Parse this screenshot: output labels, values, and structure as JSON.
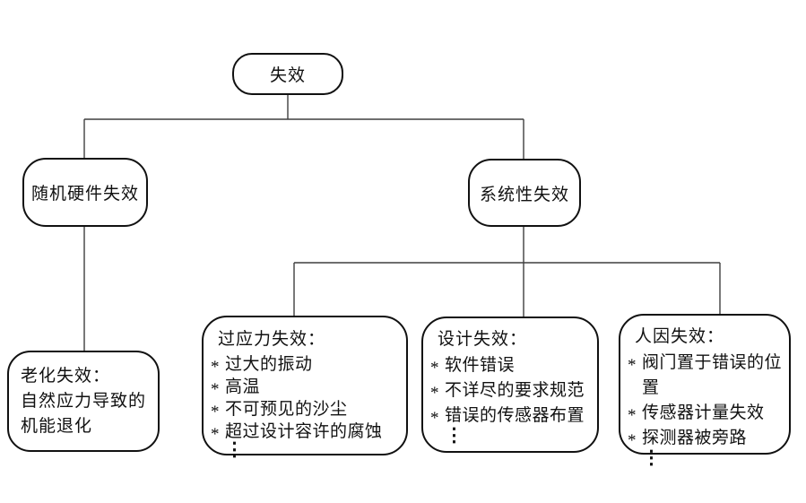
{
  "diagram": {
    "background_color": "#ffffff",
    "box_border_color": "#111111",
    "connector_color": "#3f3f3f",
    "nodes": {
      "root": {
        "label": "失效"
      },
      "random_hardware": {
        "label": "随机硬件失效"
      },
      "systematic": {
        "label": "系统性失效"
      },
      "aging": {
        "title": "老化失效：",
        "lines": [
          "自然应力导致的",
          "机能退化"
        ]
      },
      "overstress": {
        "title": "过应力失效：",
        "bullet": "*",
        "items": [
          "过大的振动",
          "高温",
          "不可预见的沙尘",
          "超过设计容许的腐蚀"
        ],
        "ellipsis": "⋮"
      },
      "design": {
        "title": "设计失效：",
        "bullet": "*",
        "items": [
          "软件错误",
          "不详尽的要求规范",
          "错误的传感器布置"
        ],
        "ellipsis": "⋮"
      },
      "human": {
        "title": "人因失效：",
        "bullet": "*",
        "items": [
          "阀门置于错误的位置",
          "传感器计量失效",
          "探测器被旁路"
        ],
        "ellipsis": "⋮"
      }
    }
  }
}
